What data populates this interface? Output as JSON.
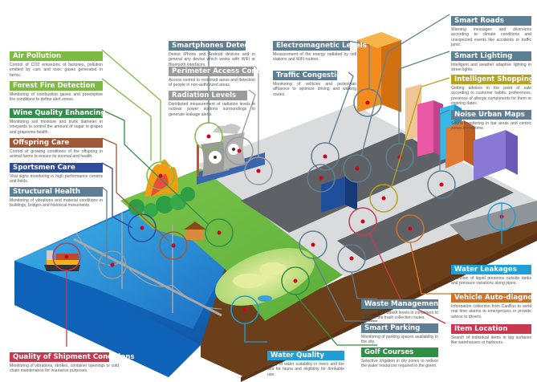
{
  "title": "Smart Sensor Applications Infographic",
  "colors": {
    "green_light": "#7dbb42",
    "green_dark": "#2f8f45",
    "brown": "#a0583a",
    "blue_dark": "#2f4b9c",
    "slate": "#5e7f93",
    "gray": "#9a9a9a",
    "mustard": "#b7a21c",
    "cyan": "#1e9fd8",
    "orange": "#d07326",
    "crimson": "#c9384f",
    "sensor_dot": "#d0021b"
  },
  "labels": [
    {
      "id": "air-pollution",
      "title": "Air Pollution",
      "desc": "Control of CO2 emissions of factories, pollution emitted by cars and toxic gases generated in farms.",
      "color": "#7dbb42"
    },
    {
      "id": "forest-fire-detection",
      "title": "Forest Fire Detection",
      "desc": "Monitoring of combustion gases and preemptive fire conditions to define alert zones.",
      "color": "#7dbb42"
    },
    {
      "id": "wine-quality-enhancing",
      "title": "Wine Quality Enhancing",
      "desc": "Monitoring soil moisture and trunk diameter in vineyards to control the amount of sugar in grapes and grapevine health.",
      "color": "#2f8f45"
    },
    {
      "id": "offspring-care",
      "title": "Offspring Care",
      "desc": "Control of growing conditions of the offspring in animal farms to ensure its survival and health.",
      "color": "#a0583a"
    },
    {
      "id": "sportsmen-care",
      "title": "Sportsmen Care",
      "desc": "Vital signs monitoring in high performance centers and fields.",
      "color": "#2f4b9c"
    },
    {
      "id": "structural-health",
      "title": "Structural Health",
      "desc": "Monitoring of vibrations and material conditions in buildings, bridges and historical monuments.",
      "color": "#5e7f93"
    },
    {
      "id": "quality-of-shipment-conditions",
      "title": "Quality of Shipment Conditions",
      "desc": "Monitoring of vibrations, strokes, container openings or cold chain maintenance for insurance purposes.",
      "color": "#c9384f"
    },
    {
      "id": "smartphones-detection",
      "title": "Smartphones Detection",
      "desc": "Detect iPhone and Android devices and in general any device which works with WiFi or Bluetooth interfaces.",
      "color": "#5e7f93"
    },
    {
      "id": "perimeter-access-control",
      "title": "Perimeter Access Control",
      "desc": "Access control to restricted areas and detection of people in non-authorized areas.",
      "color": "#9a9a9a"
    },
    {
      "id": "radiation-levels",
      "title": "Radiation Levels",
      "desc": "Distributed measurement of radiation levels in nuclear power stations surroundings to generate leakage alerts.",
      "color": "#9a9a9a"
    },
    {
      "id": "electromagnetic-levels",
      "title": "Electromagnetic Levels",
      "desc": "Measurement of the energy radiated by cell stations and WiFi routers.",
      "color": "#5e7f93"
    },
    {
      "id": "traffic-congestion",
      "title": "Traffic Congestion",
      "desc": "Monitoring of vehicles and pedestrian affluence to optimize driving and walking routes.",
      "color": "#5e7f93"
    },
    {
      "id": "smart-roads",
      "title": "Smart Roads",
      "desc": "Warning messages and diversions according to climate conditions and unexpected events like accidents or traffic jams.",
      "color": "#5e7f93"
    },
    {
      "id": "smart-lighting",
      "title": "Smart Lighting",
      "desc": "Intelligent and weather adaptive lighting in street lights.",
      "color": "#5e7f93"
    },
    {
      "id": "intelligent-shopping",
      "title": "Intelligent Shopping",
      "desc": "Getting advices in the point of sale according to customer habits, preferences, presence of allergic components for them or expiring dates.",
      "color": "#b7a21c"
    },
    {
      "id": "noise-urban-maps",
      "title": "Noise Urban Maps",
      "desc": "Sound monitoring in bar areas and centric zones in real time.",
      "color": "#5e7f93"
    },
    {
      "id": "water-leakages",
      "title": "Water Leakages",
      "desc": "Detection of liquid presence outside tanks and pressure variations along pipes.",
      "color": "#1e9fd8"
    },
    {
      "id": "vehicle-auto-diagnosis",
      "title": "Vehicle Auto-diagnosis",
      "desc": "Information collection from CanBus to send real time alarms to emergencies or provide advice to drivers.",
      "color": "#d07326"
    },
    {
      "id": "item-location",
      "title": "Item Location",
      "desc": "Search of individual items in big surfaces like warehouses or harbours.",
      "color": "#c9384f"
    },
    {
      "id": "waste-management",
      "title": "Waste Management",
      "desc": "Detection of rubbish levels in containers to optimize the trash collection routes.",
      "color": "#5e7f93"
    },
    {
      "id": "smart-parking",
      "title": "Smart Parking",
      "desc": "Monitoring of parking spaces availability in the city.",
      "color": "#5e7f93"
    },
    {
      "id": "golf-courses",
      "title": "Golf Courses",
      "desc": "Selective irrigation in dry zones to reduce the water resources required in the green.",
      "color": "#2f8f45"
    },
    {
      "id": "water-quality",
      "title": "Water Quality",
      "desc": "Study of water suitability in rivers and the sea for fauna and eligibility for drinkable use.",
      "color": "#1e9fd8"
    }
  ],
  "icons": {
    "sensor": "sensor-target-icon",
    "radiation": "radiation-icon",
    "wifi": "wifi-signal-icon",
    "flag": "golf-flag-icon"
  }
}
